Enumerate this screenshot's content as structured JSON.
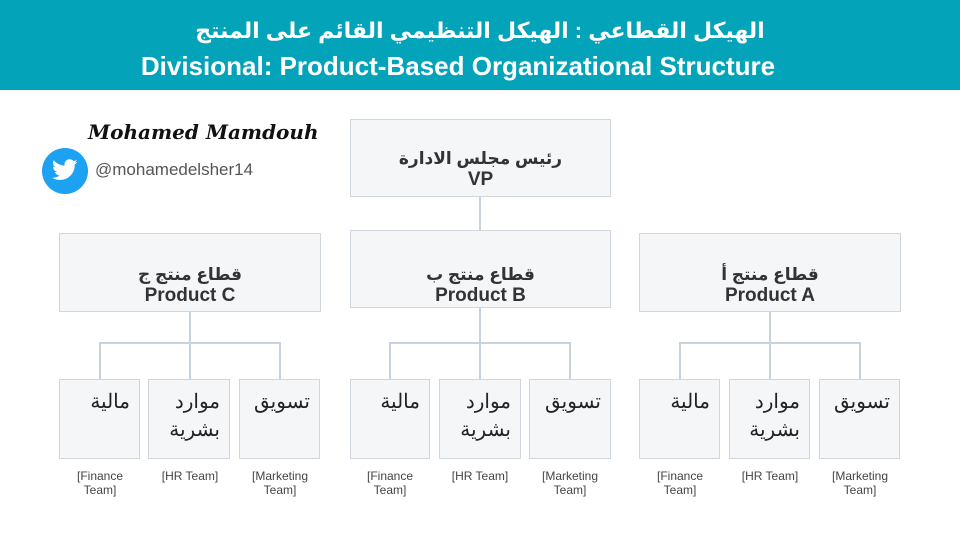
{
  "header": {
    "title_ar": "الهيكل القطاعي : الهيكل التنظيمي القائم على المنتج",
    "title_en": "Divisional: Product-Based Organizational Structure",
    "background": "#03a3b9"
  },
  "author": {
    "name": "Mohamed Mamdouh",
    "handle": "@mohamedelsher14",
    "icon": "twitter-bird-icon"
  },
  "top_node": {
    "ar": "رئيس مجلس الادارة",
    "en": "VP"
  },
  "divisions": [
    {
      "ar": "قطاع منتج ج",
      "en": "Product C",
      "teams": [
        {
          "ar": "مالية",
          "caption": "[Finance Team]"
        },
        {
          "ar": "موارد بشرية",
          "caption": "[HR Team]"
        },
        {
          "ar": "تسويق",
          "caption": "[Marketing Team]"
        }
      ]
    },
    {
      "ar": "قطاع منتج ب",
      "en": "Product B",
      "teams": [
        {
          "ar": "مالية",
          "caption": "[Finance Team]"
        },
        {
          "ar": "موارد بشرية",
          "caption": "[HR Team]"
        },
        {
          "ar": "تسويق",
          "caption": "[Marketing Team]"
        }
      ]
    },
    {
      "ar": "قطاع منتج أ",
      "en": "Product A",
      "teams": [
        {
          "ar": "مالية",
          "caption": "[Finance Team]"
        },
        {
          "ar": "موارد بشرية",
          "caption": "[HR Team]"
        },
        {
          "ar": "تسويق",
          "caption": "[Marketing Team]"
        }
      ]
    }
  ],
  "colors": {
    "box_fill": "#f5f6f8",
    "box_border": "#cfd6de",
    "connector": "#c8d2dc"
  }
}
